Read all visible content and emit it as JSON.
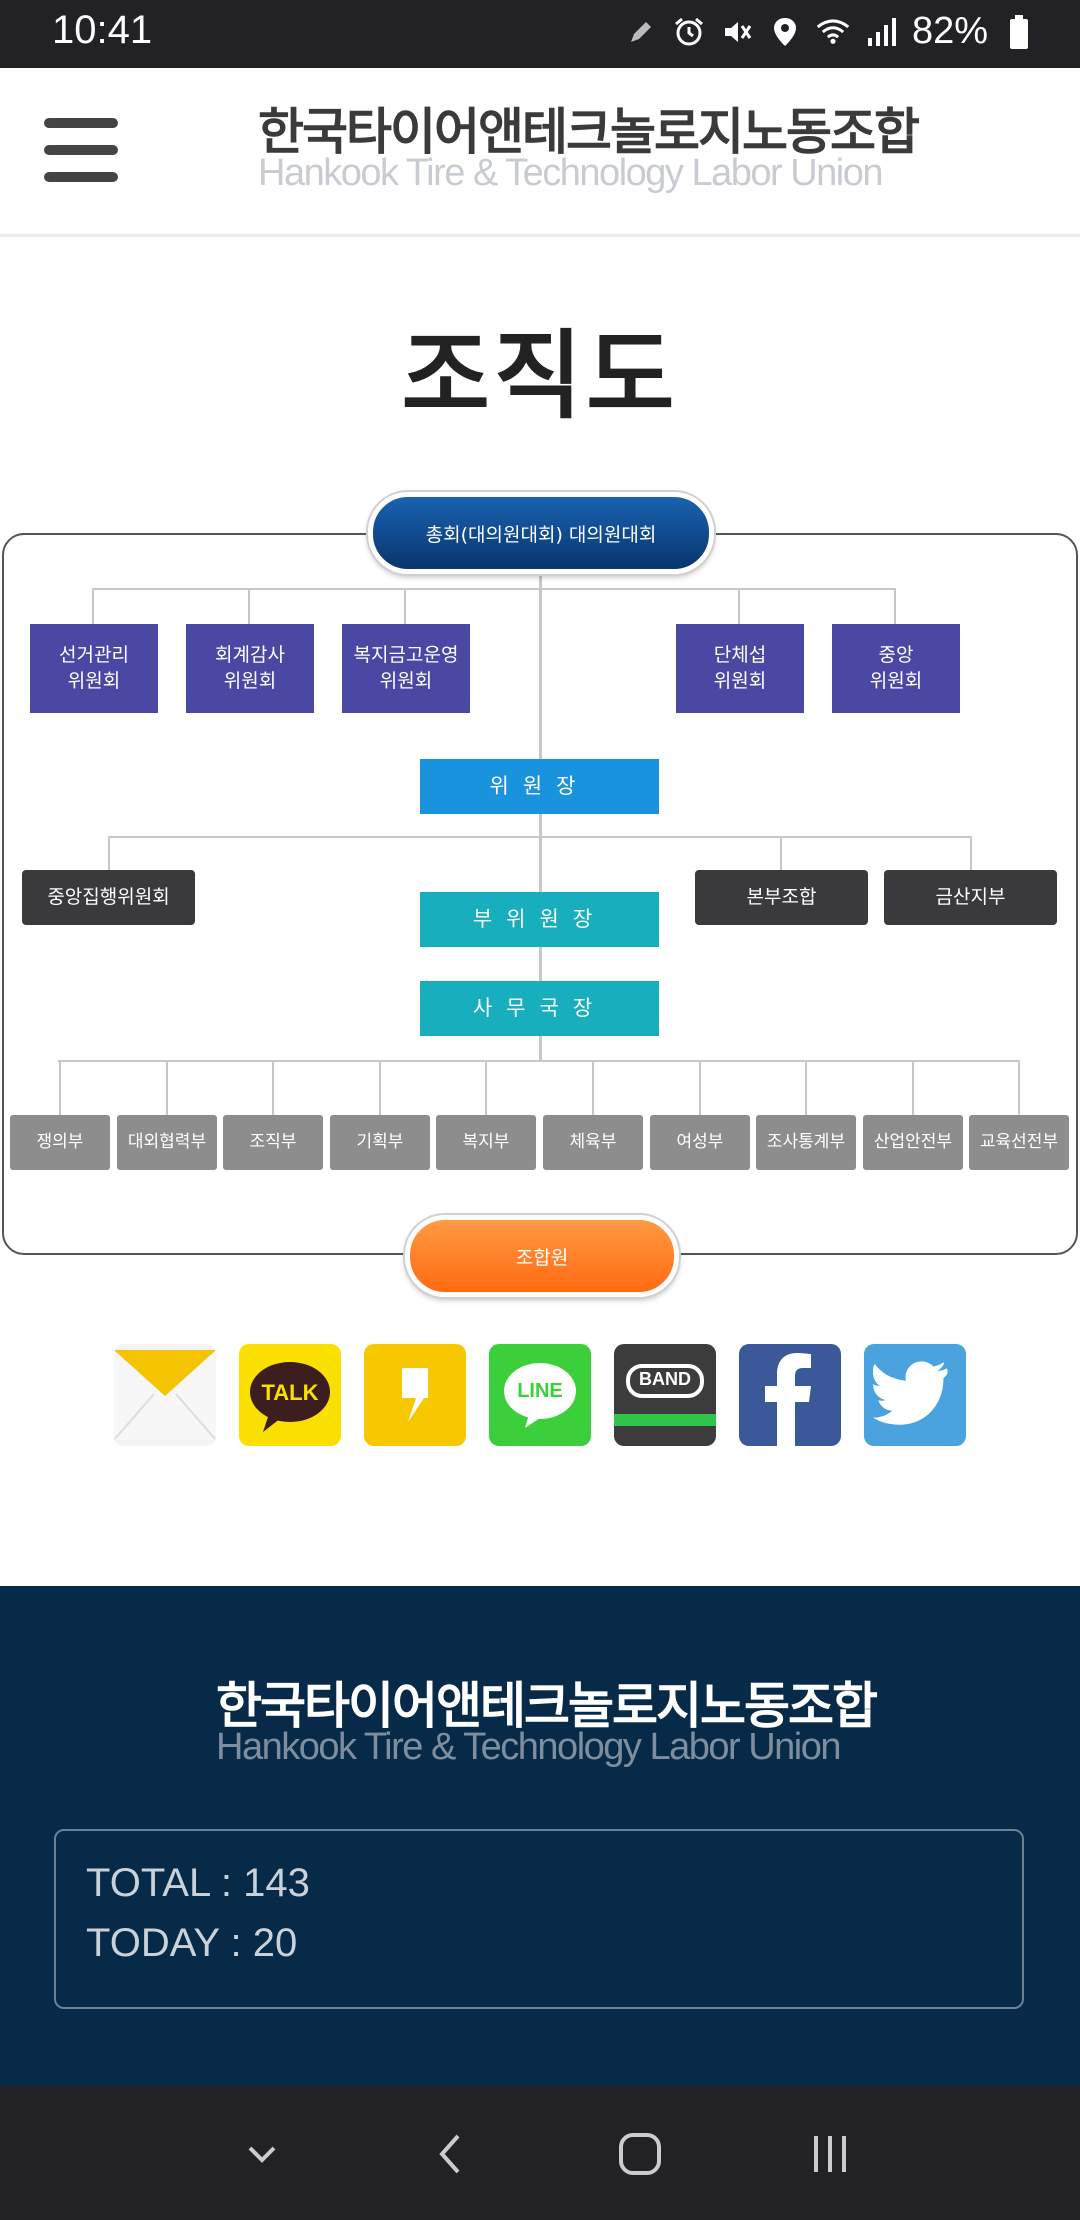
{
  "status_bar": {
    "time": "10:41",
    "battery": "82%"
  },
  "header": {
    "logo_korean": "한국타이어앤테크놀로지노동조합",
    "logo_english": "Hankook Tire & Technology Labor Union"
  },
  "page_title": "조직도",
  "org_chart": {
    "top": "총회(대의원대회) 대의원대회",
    "committees_left": [
      "선거관리\n위원회",
      "회계감사\n위원회",
      "복지금고운영\n위원회"
    ],
    "committees_right": [
      "단체섭\n위원회",
      "중앙\n위원회"
    ],
    "chairman": "위원장",
    "central_exec": "중앙집행위원회",
    "branch1": "본부조합",
    "branch2": "금산지부",
    "vice_chairman": "부위원장",
    "secretary_general": "사무국장",
    "departments": [
      "쟁의부",
      "대외협력부",
      "조직부",
      "기획부",
      "복지부",
      "체육부",
      "여성부",
      "조사통계부",
      "산업안전부",
      "교육선전부"
    ],
    "members": "조합원"
  },
  "share": {
    "icons": [
      "mail-icon",
      "kakaotalk-icon",
      "kakaostory-icon",
      "line-icon",
      "band-icon",
      "facebook-icon",
      "twitter-icon"
    ],
    "talk_label": "TALK",
    "line_label": "LINE",
    "band_label": "BAND"
  },
  "footer": {
    "logo_korean": "한국타이어앤테크놀로지노동조합",
    "logo_english": "Hankook Tire & Technology Labor Union",
    "total": "TOTAL : 143",
    "today": "TODAY : 20"
  },
  "colors": {
    "navy_pill": "#0d4a8c",
    "orange_pill": "#ff7a1f",
    "committee": "#4b48a4",
    "chairman": "#1a93de",
    "teal": "#17aebe",
    "footer_bg": "#062a47"
  }
}
